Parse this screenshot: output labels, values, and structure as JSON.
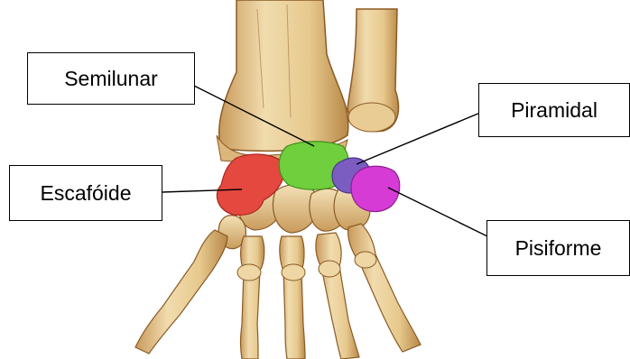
{
  "labels": {
    "semilunar": "Semilunar",
    "piramidal": "Piramidal",
    "escafoide": "Escafóide",
    "pisiforme": "Pisiforme"
  },
  "colors": {
    "bone": "#e9cf9c",
    "bone_shade": "#b98a4a",
    "bone_dark": "#8a5a25",
    "semilunar": "#6fcf3c",
    "escafoide": "#e5483f",
    "piramidal": "#7b5cc0",
    "pisiforme": "#d63bd6"
  }
}
